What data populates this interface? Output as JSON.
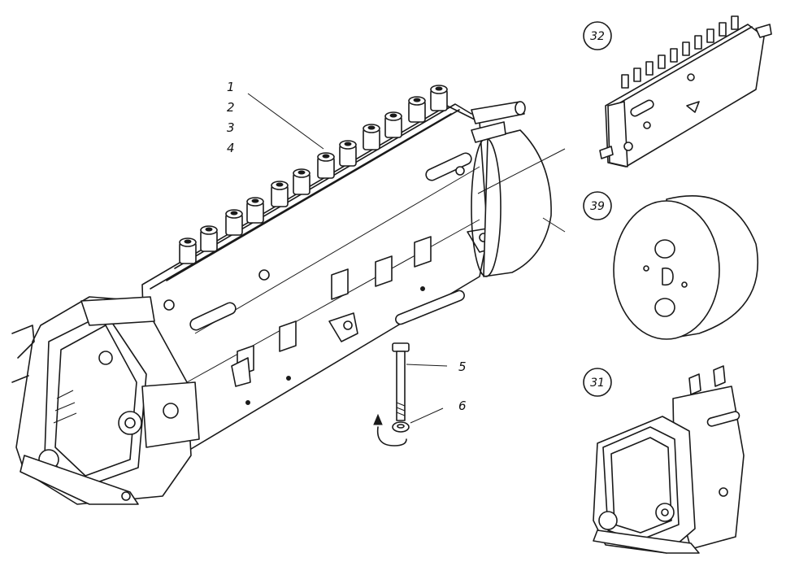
{
  "callouts": {
    "c1": "1",
    "c2": "2",
    "c3": "3",
    "c4": "4",
    "c5": "5",
    "c6": "6"
  },
  "references": {
    "r32": "32",
    "r39": "39",
    "r31": "31"
  }
}
